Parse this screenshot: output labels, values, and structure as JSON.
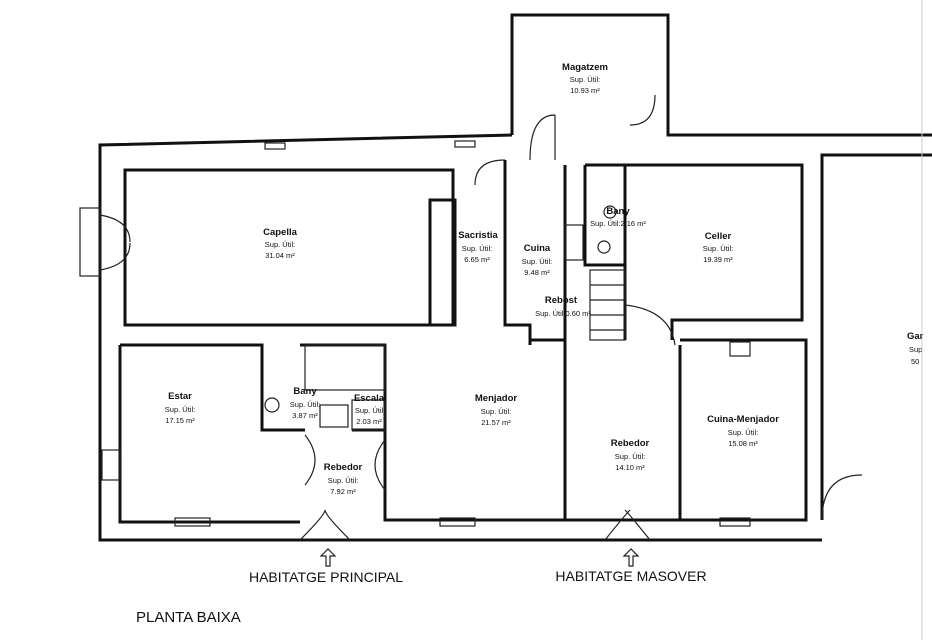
{
  "plan_title": "PLANTA BAIXA",
  "entrances": {
    "principal": "HABITATGE PRINCIPAL",
    "masover": "HABITATGE MASOVER"
  },
  "area_label": "Sup. Útil:",
  "rooms": {
    "magatzem": {
      "name": "Magatzem",
      "area": "10.93 m²"
    },
    "capella": {
      "name": "Capella",
      "area": "31.04 m²"
    },
    "sacristia": {
      "name": "Sacristia",
      "area": "6.65 m²"
    },
    "cuina": {
      "name": "Cuina",
      "area": "9.48 m²"
    },
    "bany_masover": {
      "name": "Bany",
      "area_line": "Sup. Útil:2.16 m²"
    },
    "celler": {
      "name": "Celler",
      "area": "19.39 m²"
    },
    "rebost": {
      "name": "Rebost",
      "area_line": "Sup. Útil:0.60 m²"
    },
    "estar": {
      "name": "Estar",
      "area": "17.15 m²"
    },
    "bany": {
      "name": "Bany",
      "area": "3.87 m²"
    },
    "escala": {
      "name": "Escala",
      "area_short": "Sup. Útil",
      "area": "2.03 m²"
    },
    "menjador": {
      "name": "Menjador",
      "area": "21.57 m²"
    },
    "rebedor_principal": {
      "name": "Rebedor",
      "area": "7.92 m²"
    },
    "rebedor_masover": {
      "name": "Rebedor",
      "area": "14.10 m²"
    },
    "cuina_menjador": {
      "name": "Cuina-Menjador",
      "area": "15.08 m²"
    },
    "garatge": {
      "name": "Gar",
      "area_short": "Sup",
      "area": "50"
    }
  }
}
